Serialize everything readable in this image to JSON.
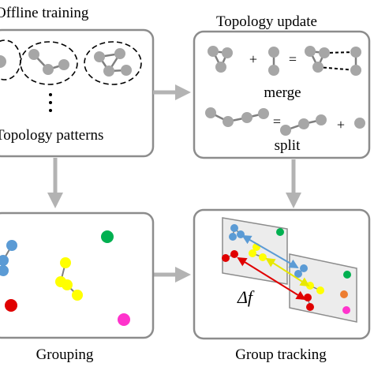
{
  "titles": {
    "offline_training": "Offline training",
    "topology_update": "Topology update",
    "grouping": "Grouping",
    "group_tracking": "Group tracking"
  },
  "labels": {
    "topology_patterns": "Topology patterns",
    "merge": "merge",
    "split": "split",
    "plus": "+",
    "equals": "=",
    "delta_f": "Δf"
  },
  "colors": {
    "node": "#a6a6a6",
    "edge": "#7f7f7f",
    "panel_border": "#8c8c8c",
    "flow_arrow": "#b3b3b3",
    "blue": "#5b9bd5",
    "yellow": "#ffff00",
    "red": "#e00000",
    "green": "#00b050",
    "magenta": "#ff33cc",
    "orange": "#ed7d31"
  }
}
